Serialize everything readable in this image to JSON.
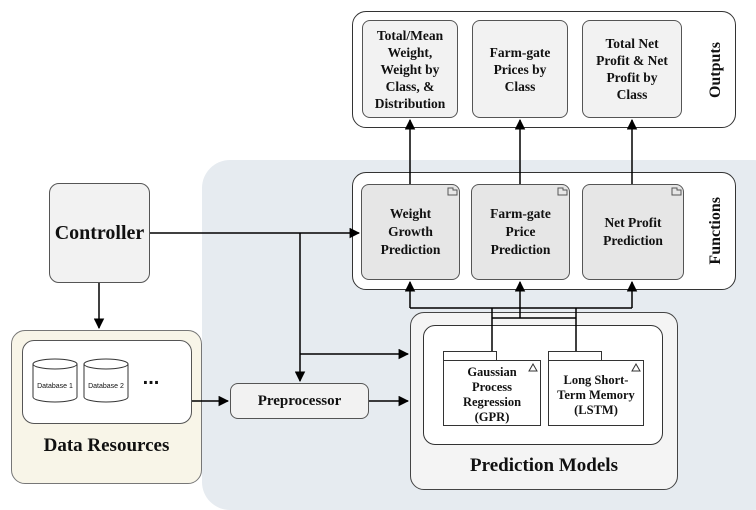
{
  "outputs": {
    "section_label": "Outputs",
    "items": [
      {
        "text": "Total/Mean Weight, Weight by Class, & Distribution"
      },
      {
        "text": "Farm-gate Prices by Class"
      },
      {
        "text": "Total Net Profit & Net Profit by Class"
      }
    ]
  },
  "functions": {
    "section_label": "Functions",
    "items": [
      {
        "text": "Weight Growth Prediction"
      },
      {
        "text": "Farm-gate Price Prediction"
      },
      {
        "text": "Net Profit Prediction"
      }
    ]
  },
  "controller": {
    "label": "Controller"
  },
  "data_resources": {
    "label": "Data Resources",
    "databases": [
      "Database 1",
      "Database 2"
    ],
    "ellipsis": "..."
  },
  "preprocessor": {
    "label": "Preprocessor"
  },
  "prediction_models": {
    "label": "Prediction Models",
    "models": [
      {
        "text": "Gaussian Process Regression (GPR)"
      },
      {
        "text": "Long Short-Term Memory (LSTM)"
      }
    ]
  }
}
